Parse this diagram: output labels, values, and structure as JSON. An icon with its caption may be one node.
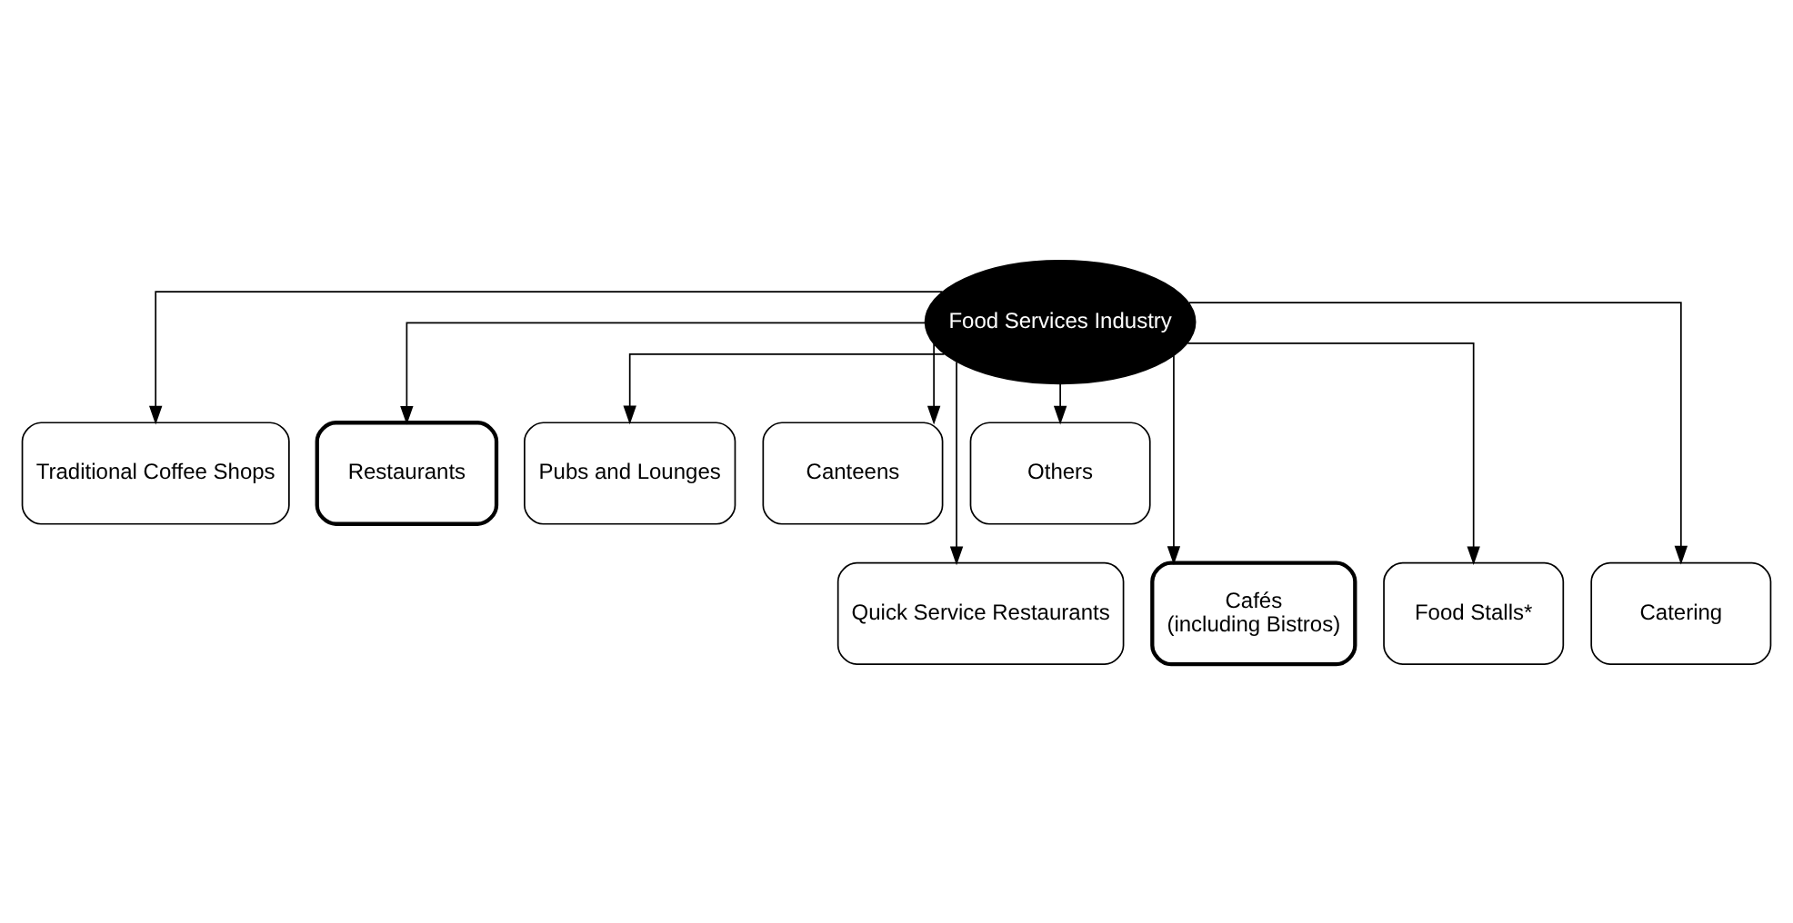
{
  "diagram": {
    "nodes": [
      {
        "text": [
          "Food Services Industry"
        ]
      },
      {
        "text": [
          "Traditional Coffee Shops"
        ]
      },
      {
        "text": [
          "Restaurants"
        ]
      },
      {
        "text": [
          "Pubs and Lounges"
        ]
      },
      {
        "text": [
          "Canteens"
        ]
      },
      {
        "text": [
          "Others"
        ]
      },
      {
        "text": [
          "Quick Service Restaurants"
        ]
      },
      {
        "text": [
          "Cafés",
          "(including Bistros)"
        ]
      },
      {
        "text": [
          "Food Stalls*"
        ]
      },
      {
        "text": [
          "Catering"
        ]
      }
    ],
    "edges": [
      {
        "from": 0,
        "to": 1,
        "arrow": "to"
      },
      {
        "from": 0,
        "to": 6,
        "arrow": "to"
      },
      {
        "from": 0,
        "to": 2,
        "arrow": "to"
      },
      {
        "from": 0,
        "to": 7,
        "arrow": "to"
      },
      {
        "from": 0,
        "to": 3,
        "arrow": "to"
      },
      {
        "from": 0,
        "to": 8,
        "arrow": "to"
      },
      {
        "from": 0,
        "to": 4,
        "arrow": "to"
      },
      {
        "from": 0,
        "to": 9,
        "arrow": "to"
      },
      {
        "from": 0,
        "to": 5,
        "arrow": "to"
      }
    ]
  }
}
